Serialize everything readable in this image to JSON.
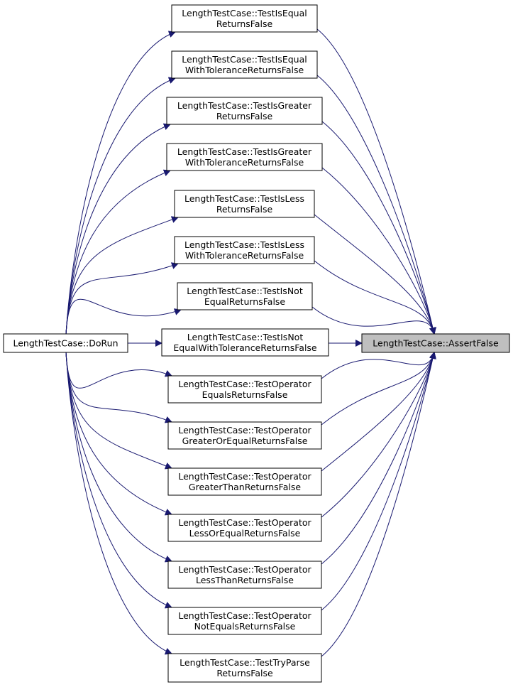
{
  "colors": {
    "edge": "#191970",
    "node_border": "#000000",
    "node_fill": "#ffffff",
    "target_fill": "#bfbfbf",
    "text": "#000000"
  },
  "root": {
    "id": "dorun",
    "lines": [
      "LengthTestCase::DoRun"
    ]
  },
  "target": {
    "id": "assertfalse",
    "lines": [
      "LengthTestCase::AssertFalse"
    ]
  },
  "middle": [
    {
      "id": "isequal",
      "lines": [
        "LengthTestCase::TestIsEqual",
        "ReturnsFalse"
      ]
    },
    {
      "id": "isequal-tol",
      "lines": [
        "LengthTestCase::TestIsEqual",
        "WithToleranceReturnsFalse"
      ]
    },
    {
      "id": "isgreater",
      "lines": [
        "LengthTestCase::TestIsGreater",
        "ReturnsFalse"
      ]
    },
    {
      "id": "isgreater-tol",
      "lines": [
        "LengthTestCase::TestIsGreater",
        "WithToleranceReturnsFalse"
      ]
    },
    {
      "id": "isless",
      "lines": [
        "LengthTestCase::TestIsLess",
        "ReturnsFalse"
      ]
    },
    {
      "id": "isless-tol",
      "lines": [
        "LengthTestCase::TestIsLess",
        "WithToleranceReturnsFalse"
      ]
    },
    {
      "id": "isnot-equal",
      "lines": [
        "LengthTestCase::TestIsNot",
        "EqualReturnsFalse"
      ]
    },
    {
      "id": "isnot-equal-tol",
      "lines": [
        "LengthTestCase::TestIsNot",
        "EqualWithToleranceReturnsFalse"
      ]
    },
    {
      "id": "op-equals",
      "lines": [
        "LengthTestCase::TestOperator",
        "EqualsReturnsFalse"
      ]
    },
    {
      "id": "op-greater-equal",
      "lines": [
        "LengthTestCase::TestOperator",
        "GreaterOrEqualReturnsFalse"
      ]
    },
    {
      "id": "op-greater-than",
      "lines": [
        "LengthTestCase::TestOperator",
        "GreaterThanReturnsFalse"
      ]
    },
    {
      "id": "op-less-equal",
      "lines": [
        "LengthTestCase::TestOperator",
        "LessOrEqualReturnsFalse"
      ]
    },
    {
      "id": "op-less-than",
      "lines": [
        "LengthTestCase::TestOperator",
        "LessThanReturnsFalse"
      ]
    },
    {
      "id": "op-not-equals",
      "lines": [
        "LengthTestCase::TestOperator",
        "NotEqualsReturnsFalse"
      ]
    },
    {
      "id": "tryparse",
      "lines": [
        "LengthTestCase::TestTryParse",
        "ReturnsFalse"
      ]
    }
  ]
}
